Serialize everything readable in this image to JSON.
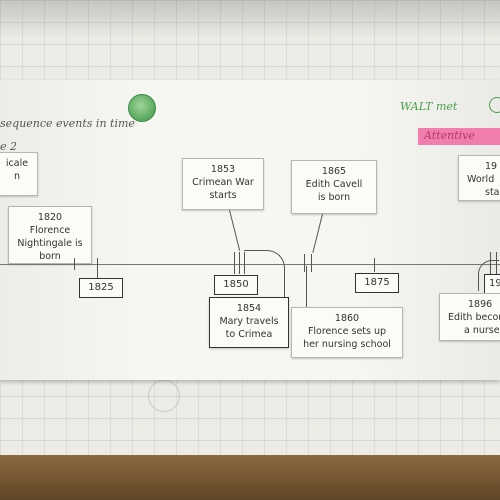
{
  "header": {
    "title": "sequence events in time",
    "subtitle": "e 2",
    "walt": "WALT met",
    "pink_tag": "Attentive"
  },
  "cards": {
    "left_partial_1": "icale",
    "left_partial_2": "n",
    "c1820_year": "1820",
    "c1820_l1": "Florence",
    "c1820_l2": "Nightingale is",
    "c1820_l3": "born",
    "c1853_year": "1853",
    "c1853_l1": "Crimean War",
    "c1853_l2": "starts",
    "c1865_year": "1865",
    "c1865_l1": "Edith Cavell",
    "c1865_l2": "is born",
    "c1914_year": "19",
    "c1914_l1": "World",
    "c1914_l2": "star",
    "c1854_year": "1854",
    "c1854_l1": "Mary travels",
    "c1854_l2": "to Crimea",
    "c1860_year": "1860",
    "c1860_l1": "Florence sets up",
    "c1860_l2": "her nursing school",
    "c1896_year": "1896",
    "c1896_l1": "Edith becom",
    "c1896_l2": "a nurse"
  },
  "timeline": {
    "y1825": "1825",
    "y1850": "1850",
    "y1875": "1875",
    "y1900": "19"
  }
}
